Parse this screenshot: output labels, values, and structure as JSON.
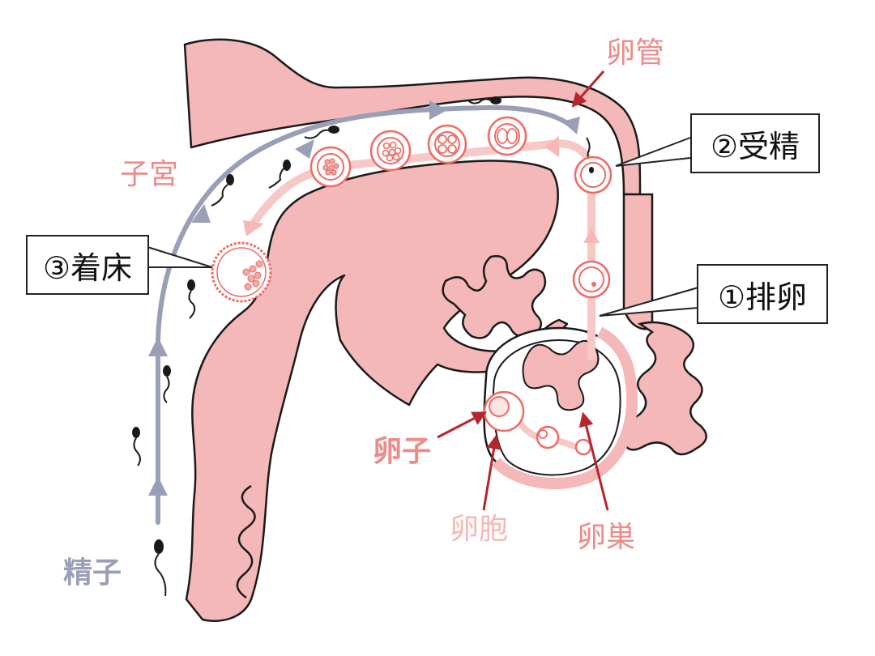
{
  "colors": {
    "tissue": "#f4b8b8",
    "tissue_stroke": "#1a1a1a",
    "pink": "#ef8a88",
    "pink_light": "#f6b8b6",
    "gray": "#9a9fb8",
    "arrow_red": "#b7252f",
    "cell_stroke": "#ee6b66"
  },
  "labels": {
    "oviduct": "卵管",
    "uterus": "子宮",
    "egg": "卵子",
    "follicle": "卵胞",
    "ovary": "卵巣",
    "sperm": "精子"
  },
  "callouts": {
    "ovulation": "①排卵",
    "fertilization": "②受精",
    "implantation": "③着床"
  },
  "icons": [
    "sperm-icon",
    "egg-cell-icon",
    "embryo-icon",
    "blastocyst-icon",
    "arrowhead-icon"
  ]
}
